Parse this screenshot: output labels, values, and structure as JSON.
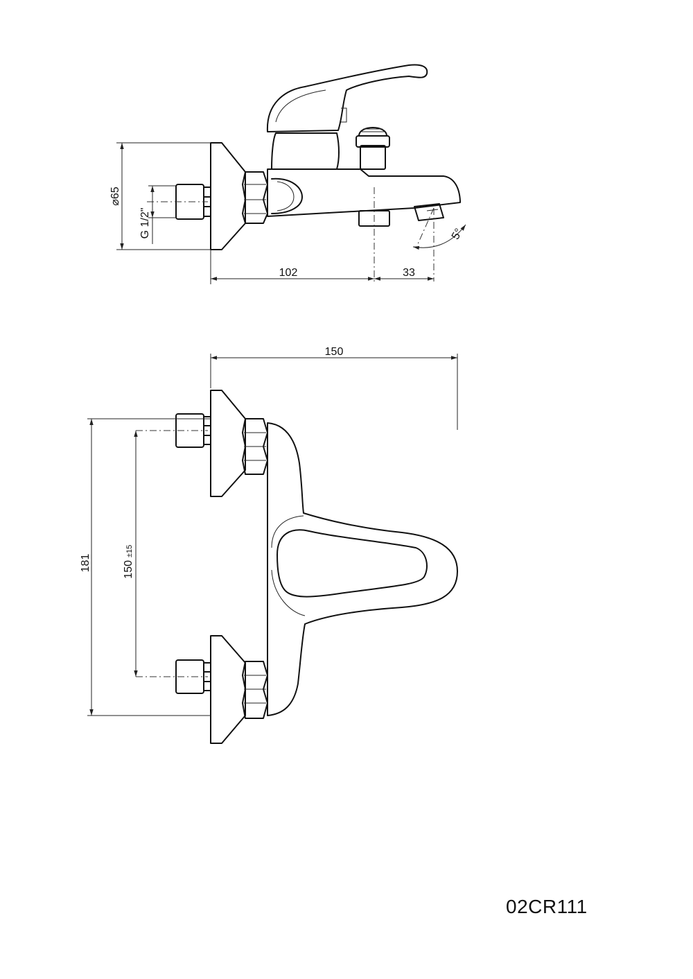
{
  "drawing": {
    "model_code": "02CR111",
    "side_view": {
      "dimensions": {
        "diameter_label": "⌀65",
        "thread_label": "G 1/2\"",
        "length_body": "102",
        "length_spout": "33",
        "spout_angle": "5°"
      }
    },
    "front_view": {
      "dimensions": {
        "overall_width": "150",
        "overall_height": "181",
        "center_distance": "150",
        "center_distance_tolerance": "±15"
      }
    }
  }
}
